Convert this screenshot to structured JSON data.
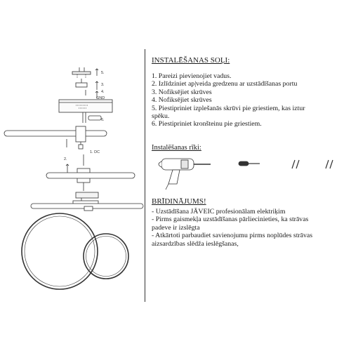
{
  "diagram": {
    "labels": {
      "step5": "5.",
      "step3": "3.",
      "step4": "4.",
      "gnd": "GND",
      "step6": "6.",
      "step1": "1. DC",
      "step2": "2."
    }
  },
  "instructions": {
    "title": "INSTALĒŠANAS SOĻI:",
    "steps": [
      "1. Pareizi pievienojiet vadus.",
      "2. Izlīdziniet ap|veida gredzenu ar uzstādīšanas portu",
      "3. Nofiksējiet skrūves",
      "4. Nofiksējiet skrūves",
      "5. Piestipriniet izplešanās skrūvi pie griestiem, kas iztur",
      "spēku.",
      "6. Piestipriniet kronšteinu pie griestiem."
    ]
  },
  "tools": {
    "title": "Instalēšanas rīki:",
    "icons": [
      "drill-icon",
      "screwdriver-icon",
      "anchor-icon",
      "screws-icon"
    ]
  },
  "warnings": {
    "title": "BRĪDINĀJUMS!",
    "items": [
      "- Uzstādīšana JĀVEIC profesionālam elektriķim",
      "- Pirms gaismekļa uzstādīšanas pārliecinieties, ka strāvas",
      "padeve ir izslēgta",
      "- Atkārtoti parbaudiet savienojumu pirms noplūdes strāvas",
      "aizsardzības slēdža ieslēgšanas,"
    ]
  }
}
